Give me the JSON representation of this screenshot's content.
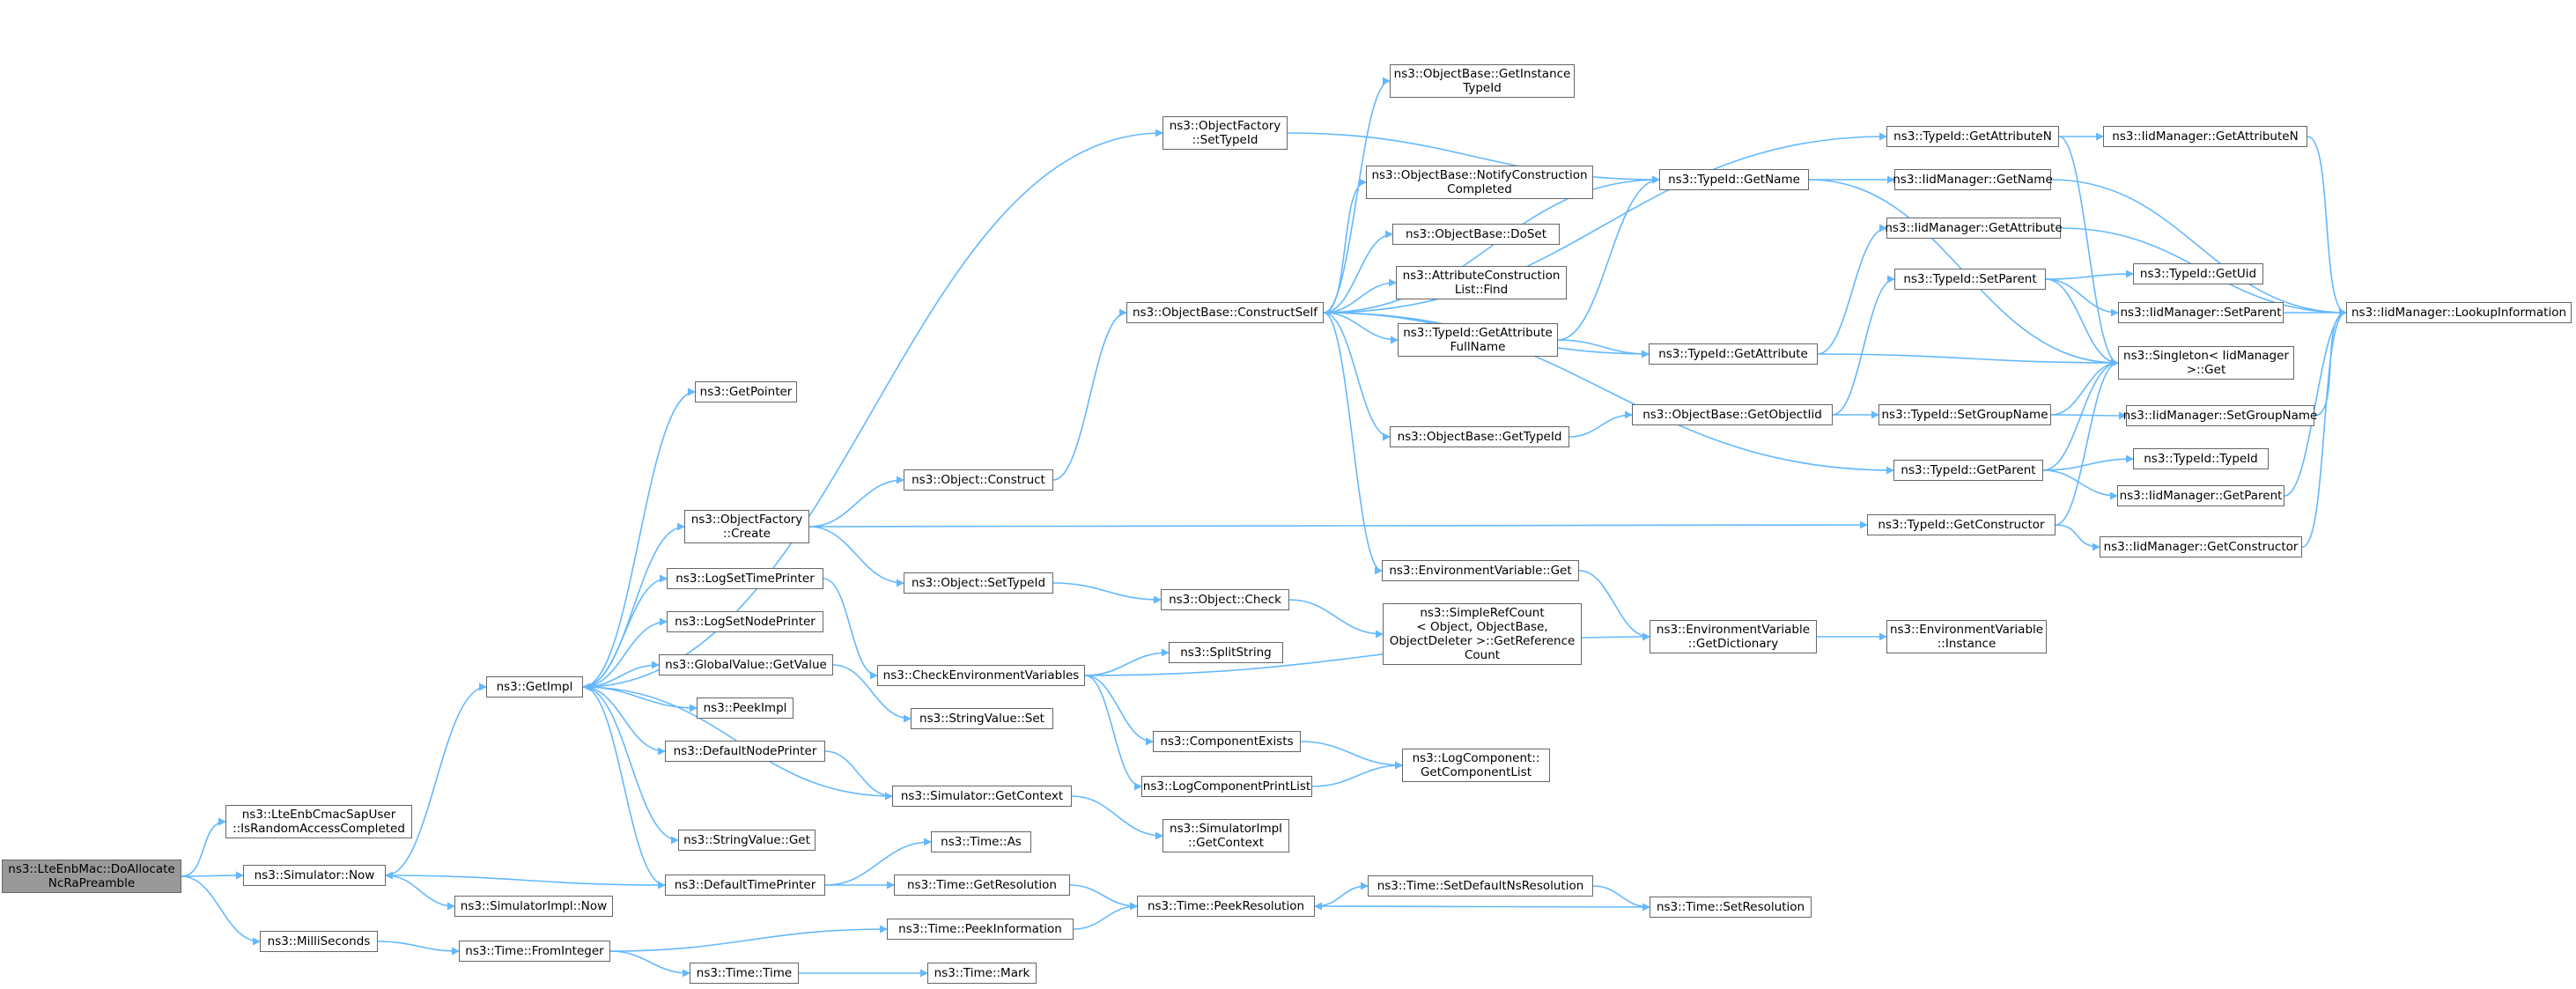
{
  "colors": {
    "edge": "#63b8ff",
    "node_border": "#666666",
    "root_fill": "#999999",
    "background": "#ffffff"
  },
  "nodes": {
    "root": "ns3::LteEnbMac::DoAllocate\nNcRaPreamble",
    "isRandomAccess": "ns3::LteEnbCmacSapUser\n::IsRandomAccessCompleted",
    "simNow": "ns3::Simulator::Now",
    "milliSeconds": "ns3::MilliSeconds",
    "simImplNow": "ns3::SimulatorImpl::Now",
    "timeFromInteger": "ns3::Time::FromInteger",
    "getImpl": "ns3::GetImpl",
    "getPointer": "ns3::GetPointer",
    "objFactoryCreate": "ns3::ObjectFactory\n::Create",
    "logSetTimePrinter": "ns3::LogSetTimePrinter",
    "logSetNodePrinter": "ns3::LogSetNodePrinter",
    "globalValueGetValue": "ns3::GlobalValue::GetValue",
    "peekImpl": "ns3::PeekImpl",
    "defaultNodePrinter": "ns3::DefaultNodePrinter",
    "stringValueGet": "ns3::StringValue::Get",
    "defaultTimePrinter": "ns3::DefaultTimePrinter",
    "timeTime": "ns3::Time::Time",
    "objFactorySetTypeId": "ns3::ObjectFactory\n::SetTypeId",
    "objectConstruct": "ns3::Object::Construct",
    "objectSetTypeId": "ns3::Object::SetTypeId",
    "checkEnvVars": "ns3::CheckEnvironmentVariables",
    "stringValueSet": "ns3::StringValue::Set",
    "simGetContext": "ns3::Simulator::GetContext",
    "timeAs": "ns3::Time::As",
    "timeGetResolution": "ns3::Time::GetResolution",
    "timePeekInformation": "ns3::Time::PeekInformation",
    "timeMark": "ns3::Time::Mark",
    "constructSelf": "ns3::ObjectBase::ConstructSelf",
    "objectCheck": "ns3::Object::Check",
    "splitString": "ns3::SplitString",
    "componentExists": "ns3::ComponentExists",
    "logComponentPrintList": "ns3::LogComponentPrintList",
    "simImplGetContext": "ns3::SimulatorImpl\n::GetContext",
    "timePeekResolution": "ns3::Time::PeekResolution",
    "getInstanceTypeId": "ns3::ObjectBase::GetInstance\nTypeId",
    "notifyConstructionCompleted": "ns3::ObjectBase::NotifyConstruction\nCompleted",
    "doSet": "ns3::ObjectBase::DoSet",
    "attrConstructionListFind": "ns3::AttributeConstruction\nList::Find",
    "typeIdGetAttributeFullName": "ns3::TypeId::GetAttribute\nFullName",
    "objectBaseGetTypeId": "ns3::ObjectBase::GetTypeId",
    "envVarGet": "ns3::EnvironmentVariable::Get",
    "simpleRefCount": "ns3::SimpleRefCount\n< Object, ObjectBase,\nObjectDeleter >::GetReference\nCount",
    "logComponentGetList": "ns3::LogComponent::\nGetComponentList",
    "timeSetDefaultNsResolution": "ns3::Time::SetDefaultNsResolution",
    "typeIdGetName": "ns3::TypeId::GetName",
    "typeIdGetAttribute": "ns3::TypeId::GetAttribute",
    "getObjectIid": "ns3::ObjectBase::GetObjectIid",
    "envVarGetDictionary": "ns3::EnvironmentVariable\n::GetDictionary",
    "timeSetResolution": "ns3::Time::SetResolution",
    "typeIdGetAttributeN": "ns3::TypeId::GetAttributeN",
    "typeIdSetParent": "ns3::TypeId::SetParent",
    "typeIdSetGroupName": "ns3::TypeId::SetGroupName",
    "typeIdGetParent": "ns3::TypeId::GetParent",
    "typeIdGetConstructor": "ns3::TypeId::GetConstructor",
    "envVarInstance": "ns3::EnvironmentVariable\n::Instance",
    "iidGetAttributeN": "ns3::IidManager::GetAttributeN",
    "iidGetName": "ns3::IidManager::GetName",
    "iidGetAttribute": "ns3::IidManager::GetAttribute",
    "typeIdGetUid": "ns3::TypeId::GetUid",
    "iidSetParent": "ns3::IidManager::SetParent",
    "singletonGet": "ns3::Singleton< IidManager\n>::Get",
    "iidSetGroupName": "ns3::IidManager::SetGroupName",
    "typeIdTypeId": "ns3::TypeId::TypeId",
    "iidGetParent": "ns3::IidManager::GetParent",
    "iidGetConstructor": "ns3::IidManager::GetConstructor",
    "iidLookupInformation": "ns3::IidManager::LookupInformation"
  }
}
